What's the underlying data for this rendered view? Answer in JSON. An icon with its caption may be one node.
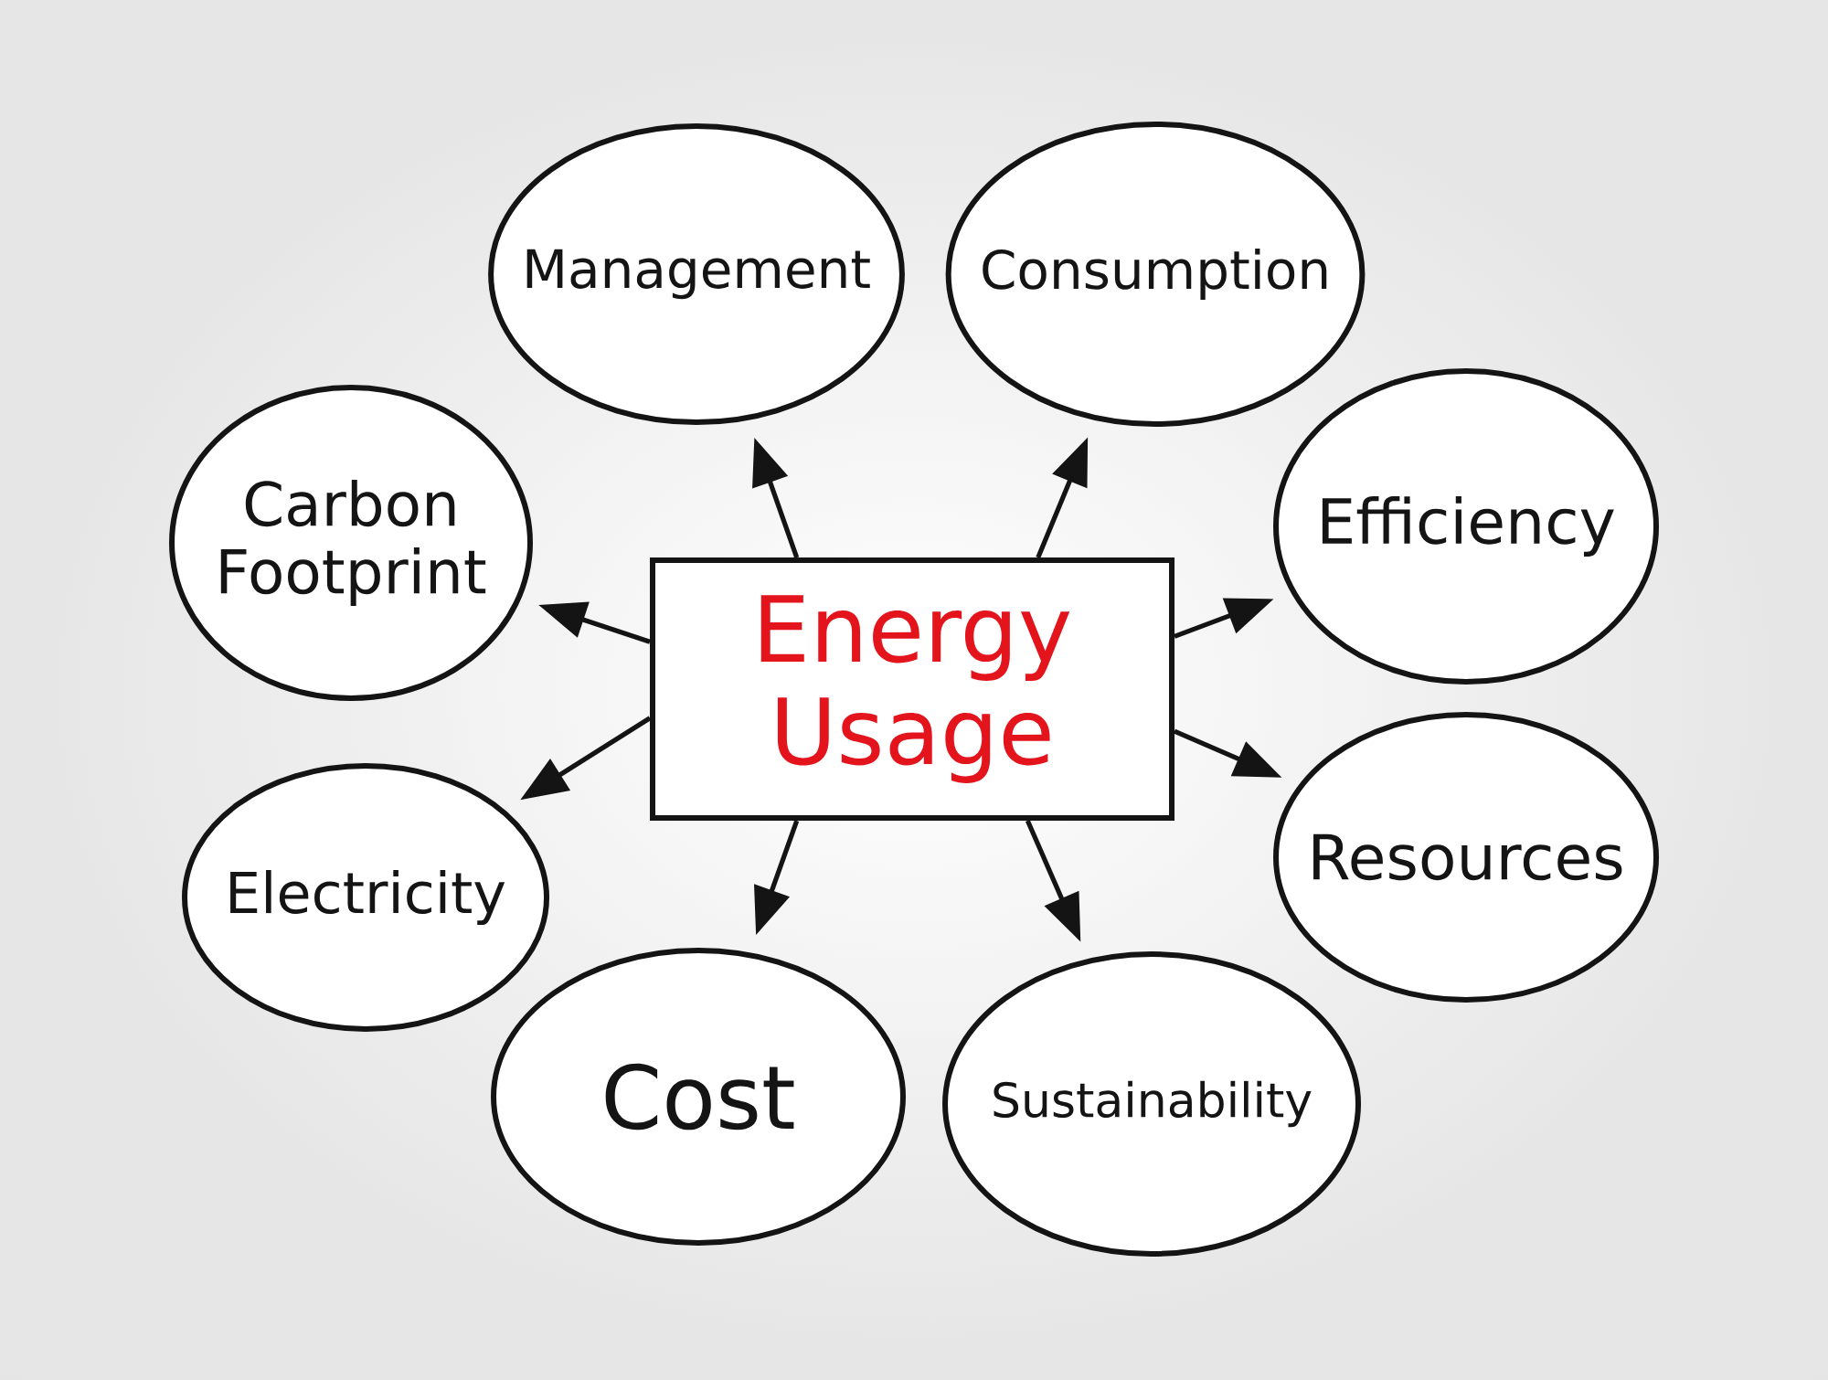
{
  "diagram": {
    "nodes": [
      {
        "text": [
          "Energy Usage"
        ]
      },
      {
        "text": [
          "Management"
        ]
      },
      {
        "text": [
          "Consumption"
        ]
      },
      {
        "text": [
          "Carbon Footprint"
        ]
      },
      {
        "text": [
          "Efficiency"
        ]
      },
      {
        "text": [
          "Electricity"
        ]
      },
      {
        "text": [
          "Resources"
        ]
      },
      {
        "text": [
          "Cost"
        ]
      },
      {
        "text": [
          "Sustainability"
        ]
      }
    ],
    "edges": [
      {
        "from": 0,
        "to": 1,
        "arrow": "to"
      },
      {
        "from": 0,
        "to": 2,
        "arrow": "to"
      },
      {
        "from": 0,
        "to": 3,
        "arrow": "to"
      },
      {
        "from": 0,
        "to": 4,
        "arrow": "to"
      },
      {
        "from": 0,
        "to": 5,
        "arrow": "to"
      },
      {
        "from": 0,
        "to": 6,
        "arrow": "to"
      },
      {
        "from": 0,
        "to": 7,
        "arrow": "to"
      },
      {
        "from": 0,
        "to": 8,
        "arrow": "to"
      }
    ]
  }
}
